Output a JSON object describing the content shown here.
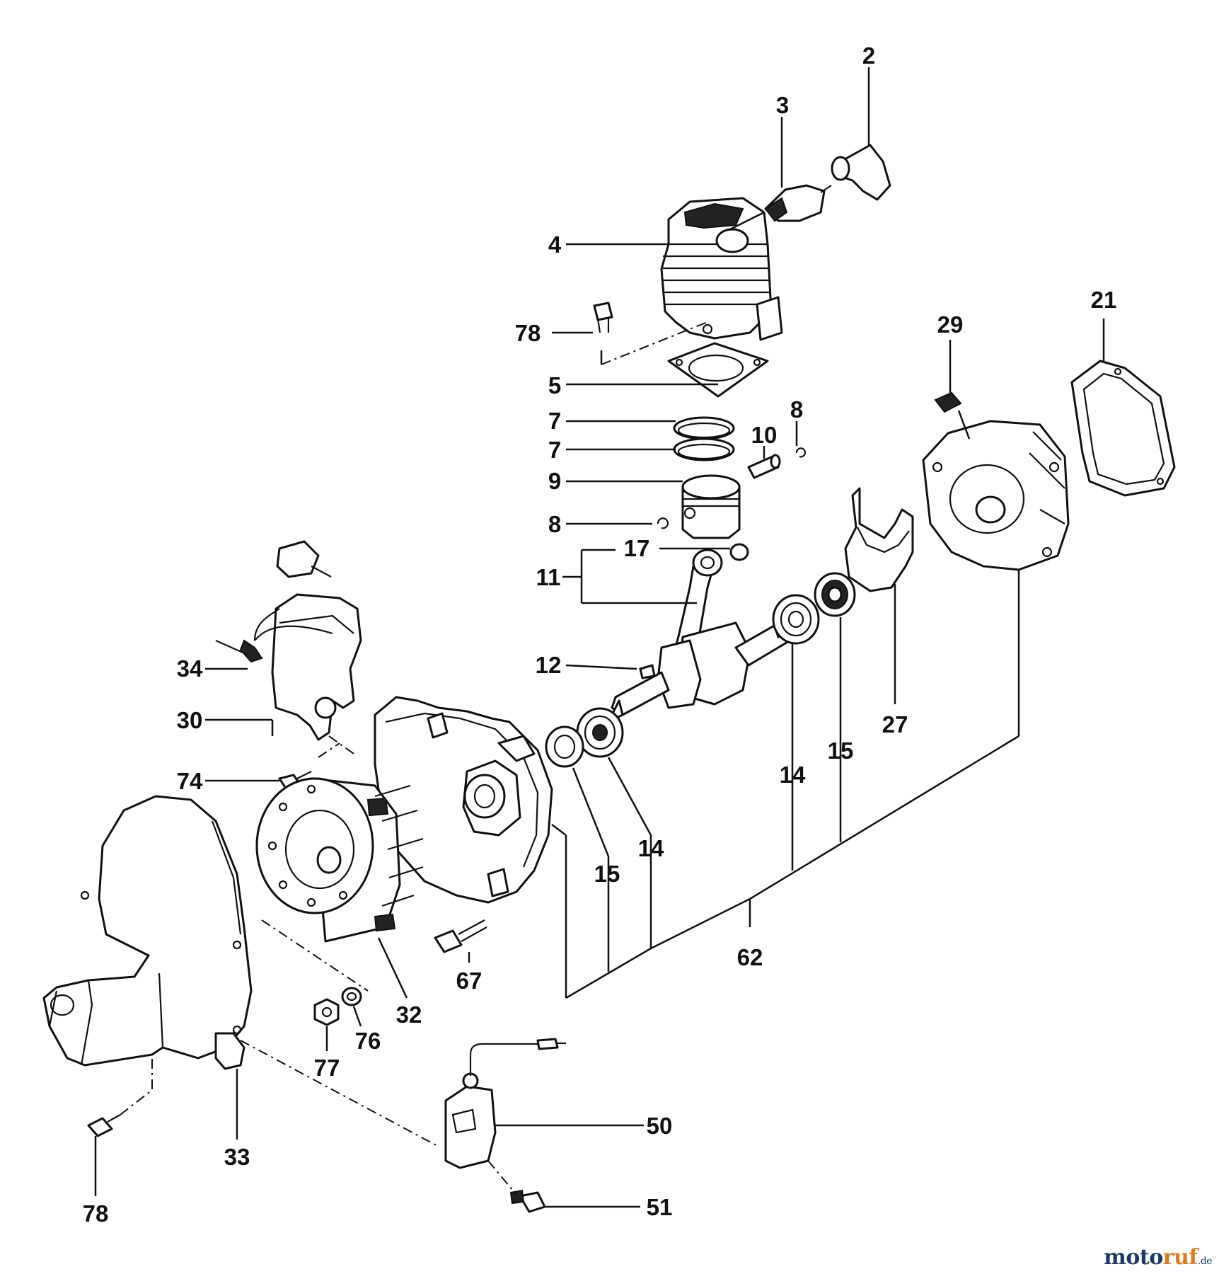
{
  "diagram": {
    "callouts": [
      {
        "id": "c-2",
        "text": "2"
      },
      {
        "id": "c-3",
        "text": "3"
      },
      {
        "id": "c-4",
        "text": "4"
      },
      {
        "id": "c-78a",
        "text": "78"
      },
      {
        "id": "c-5",
        "text": "5"
      },
      {
        "id": "c-7a",
        "text": "7"
      },
      {
        "id": "c-7b",
        "text": "7"
      },
      {
        "id": "c-8a",
        "text": "8"
      },
      {
        "id": "c-10",
        "text": "10"
      },
      {
        "id": "c-9",
        "text": "9"
      },
      {
        "id": "c-8b",
        "text": "8"
      },
      {
        "id": "c-21",
        "text": "21"
      },
      {
        "id": "c-29",
        "text": "29"
      },
      {
        "id": "c-17",
        "text": "17"
      },
      {
        "id": "c-11",
        "text": "11"
      },
      {
        "id": "c-12",
        "text": "12"
      },
      {
        "id": "c-34",
        "text": "34"
      },
      {
        "id": "c-30",
        "text": "30"
      },
      {
        "id": "c-74",
        "text": "74"
      },
      {
        "id": "c-27",
        "text": "27"
      },
      {
        "id": "c-15a",
        "text": "15"
      },
      {
        "id": "c-14a",
        "text": "14"
      },
      {
        "id": "c-14b",
        "text": "14"
      },
      {
        "id": "c-15b",
        "text": "15"
      },
      {
        "id": "c-62",
        "text": "62"
      },
      {
        "id": "c-67",
        "text": "67"
      },
      {
        "id": "c-32",
        "text": "32"
      },
      {
        "id": "c-76",
        "text": "76"
      },
      {
        "id": "c-77",
        "text": "77"
      },
      {
        "id": "c-50",
        "text": "50"
      },
      {
        "id": "c-33",
        "text": "33"
      },
      {
        "id": "c-51",
        "text": "51"
      },
      {
        "id": "c-78b",
        "text": "78"
      }
    ]
  },
  "watermark": {
    "part1": "moto",
    "part2": "ruf",
    "part3": ".de"
  }
}
